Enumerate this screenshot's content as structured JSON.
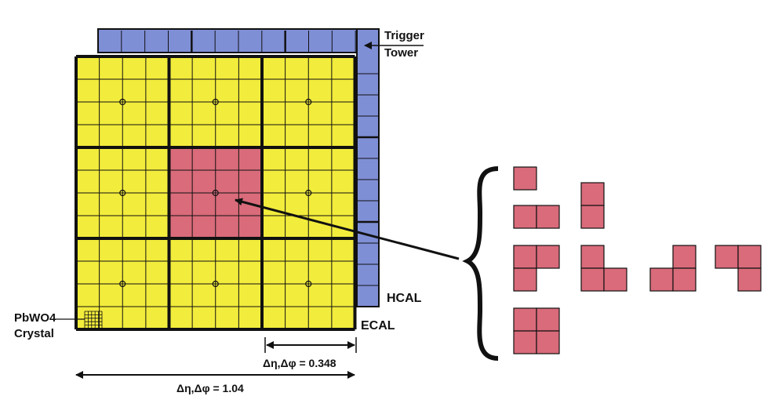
{
  "labels": {
    "trigger_line1": "Trigger",
    "trigger_line2": "Tower",
    "hcal": "HCAL",
    "ecal": "ECAL",
    "crystal_line1": "PbWO4",
    "crystal_line2": "Crystal",
    "dim_small": "Δη,Δφ = 0.348",
    "dim_large": "Δη,Δφ = 1.04"
  },
  "colors": {
    "ecal_fill": "#f2ec3c",
    "center_fill": "#d96b7a",
    "hcal_fill": "#7f8fd6",
    "line": "#111111"
  },
  "grid": {
    "regions_per_side": 3,
    "towers_per_region_side": 4,
    "center_region": [
      1,
      1
    ]
  },
  "tau_patterns": [
    {
      "id": "single",
      "cells": [
        [
          0,
          0
        ]
      ]
    },
    {
      "id": "vertical-pair",
      "cells": [
        [
          0,
          0
        ],
        [
          0,
          1
        ]
      ]
    },
    {
      "id": "horizontal-pair",
      "cells": [
        [
          0,
          0
        ],
        [
          1,
          0
        ]
      ]
    },
    {
      "id": "l-top-left",
      "cells": [
        [
          0,
          0
        ],
        [
          1,
          0
        ],
        [
          0,
          1
        ]
      ]
    },
    {
      "id": "l-bottom-left",
      "cells": [
        [
          0,
          0
        ],
        [
          0,
          1
        ],
        [
          1,
          1
        ]
      ]
    },
    {
      "id": "l-bottom-right",
      "cells": [
        [
          1,
          0
        ],
        [
          0,
          1
        ],
        [
          1,
          1
        ]
      ]
    },
    {
      "id": "l-top-right",
      "cells": [
        [
          0,
          0
        ],
        [
          1,
          0
        ],
        [
          1,
          1
        ]
      ]
    },
    {
      "id": "square",
      "cells": [
        [
          0,
          0
        ],
        [
          1,
          0
        ],
        [
          0,
          1
        ],
        [
          1,
          1
        ]
      ]
    }
  ]
}
